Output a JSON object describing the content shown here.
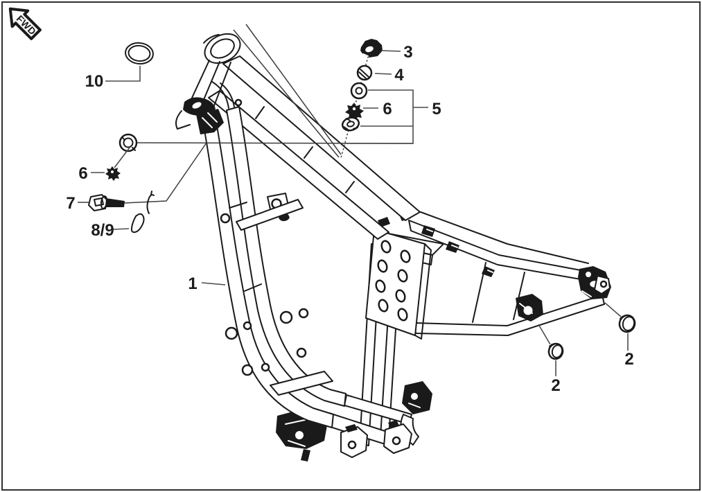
{
  "page": {
    "background": "#ffffff",
    "border_color": "#2f2f2f",
    "line_color": "#1a1a1a",
    "leader_color": "#4a4a4a",
    "label_color": "#1c1c1c"
  },
  "badge": {
    "label": "FWD"
  },
  "callouts": {
    "c1": "1",
    "c2_left": "2",
    "c2_right": "2",
    "c3": "3",
    "c4": "4",
    "c5": "5",
    "c6_right": "6",
    "c6_left": "6",
    "c7": "7",
    "c8_9": "8/9",
    "c10": "10"
  }
}
